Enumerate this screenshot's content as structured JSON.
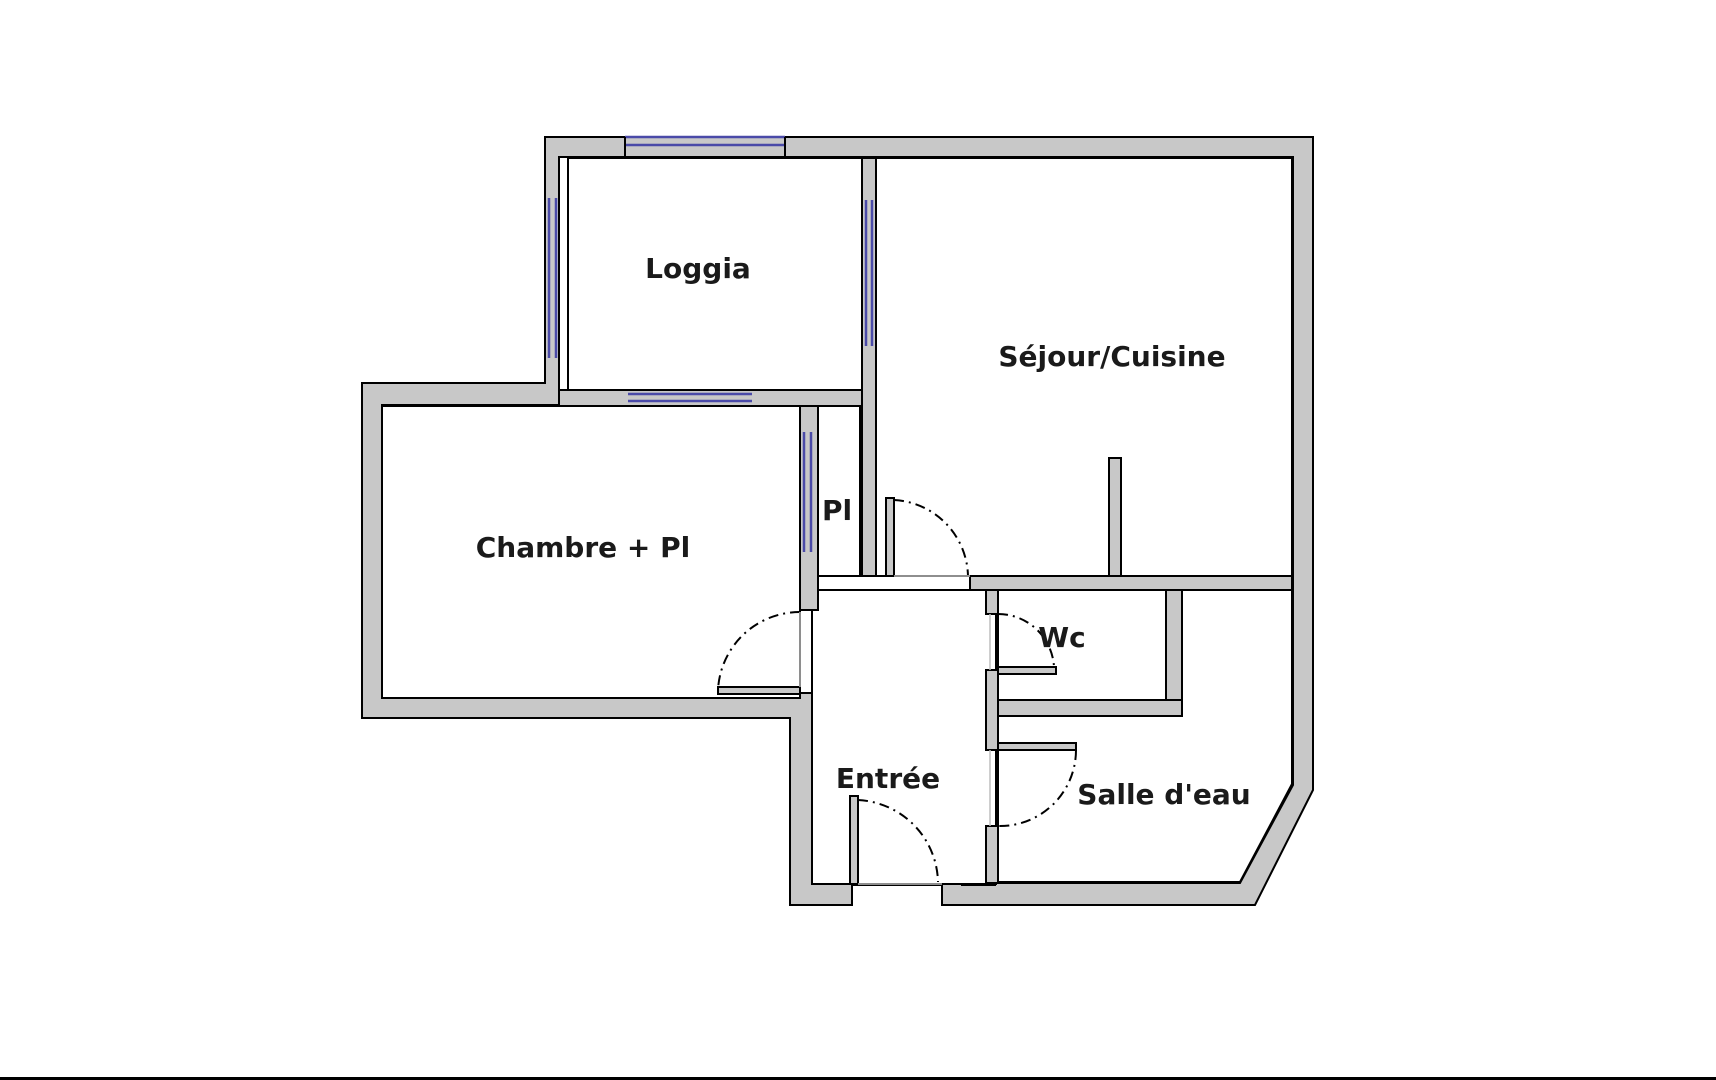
{
  "rooms": {
    "loggia": "Loggia",
    "sejour": "Séjour/Cuisine",
    "placard": "Pl",
    "chambre": "Chambre + Pl",
    "wc": "Wc",
    "entree": "Entrée",
    "salle_eau": "Salle d'eau"
  },
  "colors": {
    "wall_fill": "#c8c8c8",
    "window": "#4a4aa8",
    "line": "#000000"
  }
}
